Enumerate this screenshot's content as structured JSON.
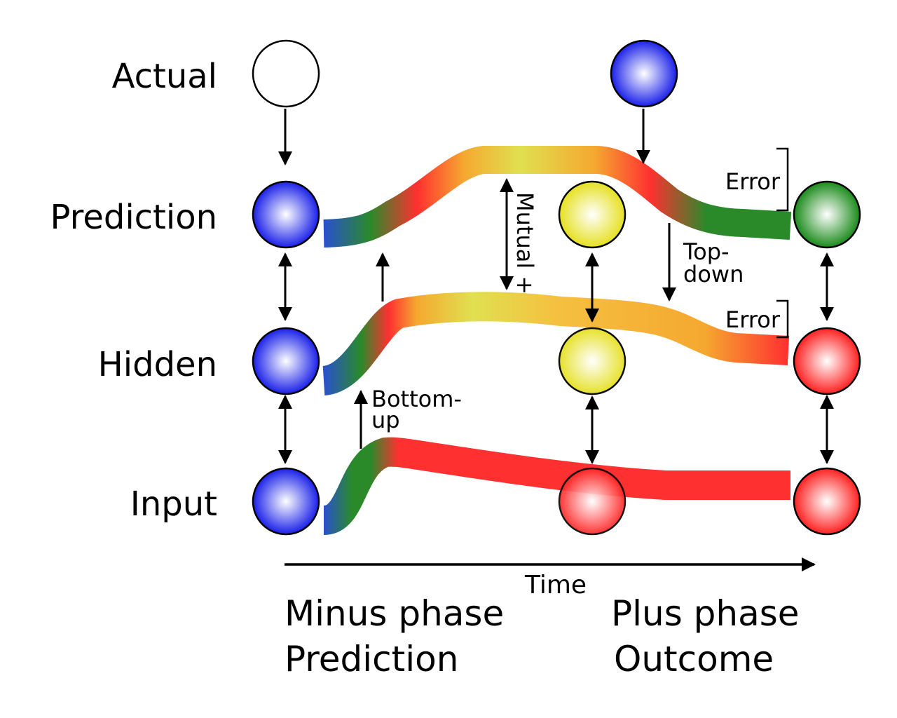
{
  "rows": {
    "actual": "Actual",
    "prediction": "Prediction",
    "hidden": "Hidden",
    "input": "Input"
  },
  "annotations": {
    "mutual": "Mutual +",
    "top_down_1": "Top-",
    "top_down_2": "down",
    "bottom_up_1": "Bottom-",
    "bottom_up_2": "up",
    "error_prediction": "Error",
    "error_hidden": "Error"
  },
  "axis": {
    "time": "Time"
  },
  "phases": {
    "minus_line1": "Minus phase",
    "minus_line2": "Prediction",
    "plus_line1": "Plus phase",
    "plus_line2": "Outcome"
  },
  "colors": {
    "blue": "#1f2fe0",
    "green": "#2a8a2a",
    "red": "#ff3030",
    "yellow": "#e8e040",
    "orange": "#f5a830",
    "white": "#ffffff"
  }
}
